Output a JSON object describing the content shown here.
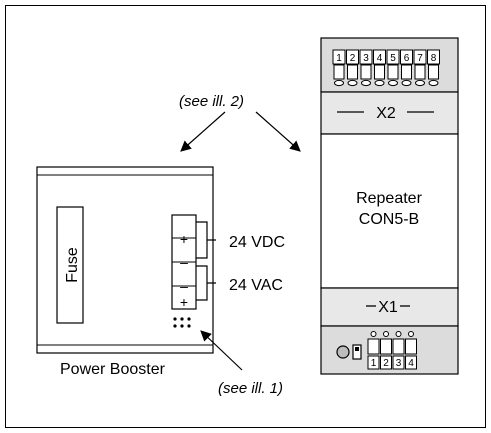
{
  "annotations": {
    "see_ill_2": "(see ill. 2)",
    "see_ill_1": "(see ill. 1)"
  },
  "power_booster": {
    "label": "Power Booster",
    "fuse_label": "Fuse",
    "terminal_plus_top": "+",
    "terminal_minus_mid": "–",
    "terminal_minus_low": "–",
    "terminal_plus_bottom": "+",
    "vdc_label": "24 VDC",
    "vac_label": "24 VAC"
  },
  "repeater": {
    "title_line1": "Repeater",
    "title_line2": "CON5-B",
    "x2_label": "X2",
    "x1_label": "X1",
    "x2_terminals": [
      "1",
      "2",
      "3",
      "4",
      "5",
      "6",
      "7",
      "8"
    ],
    "x1_terminals": [
      "1",
      "2",
      "3",
      "4"
    ]
  }
}
